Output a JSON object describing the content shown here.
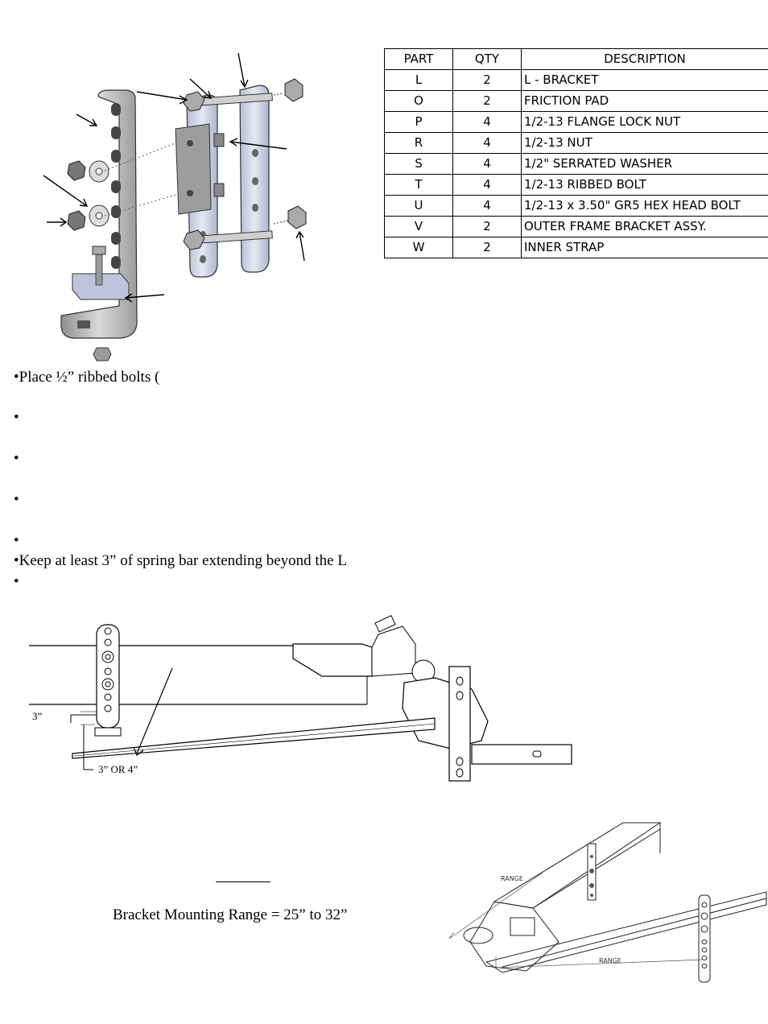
{
  "table": {
    "headers": [
      "PART",
      "QTY",
      "DESCRIPTION"
    ],
    "rows": [
      {
        "part": "L",
        "qty": "2",
        "desc": "L - BRACKET"
      },
      {
        "part": "O",
        "qty": "2",
        "desc": "FRICTION PAD"
      },
      {
        "part": "P",
        "qty": "4",
        "desc": "1/2-13 FLANGE LOCK NUT"
      },
      {
        "part": "R",
        "qty": "4",
        "desc": "1/2-13  NUT"
      },
      {
        "part": "S",
        "qty": "4",
        "desc": "1/2\" SERRATED WASHER"
      },
      {
        "part": "T",
        "qty": "4",
        "desc": "1/2-13 RIBBED BOLT"
      },
      {
        "part": "U",
        "qty": "4",
        "desc": "1/2-13 x 3.50\" GR5 HEX HEAD BOLT"
      },
      {
        "part": "V",
        "qty": "2",
        "desc": "OUTER FRAME BRACKET ASSY."
      },
      {
        "part": "W",
        "qty": "2",
        "desc": "INNER STRAP"
      }
    ]
  },
  "bullets": [
    "•Place ½” ribbed bolts (",
    "•",
    "•",
    "•",
    "•",
    "•Keep at least 3” of spring bar extending beyond the L",
    "•"
  ],
  "diagram": {
    "dim_a": "3”",
    "dim_b": "3” OR 4”"
  },
  "range_caption": "Bracket Mounting Range = 25” to 32”",
  "range_label": "RANGE"
}
